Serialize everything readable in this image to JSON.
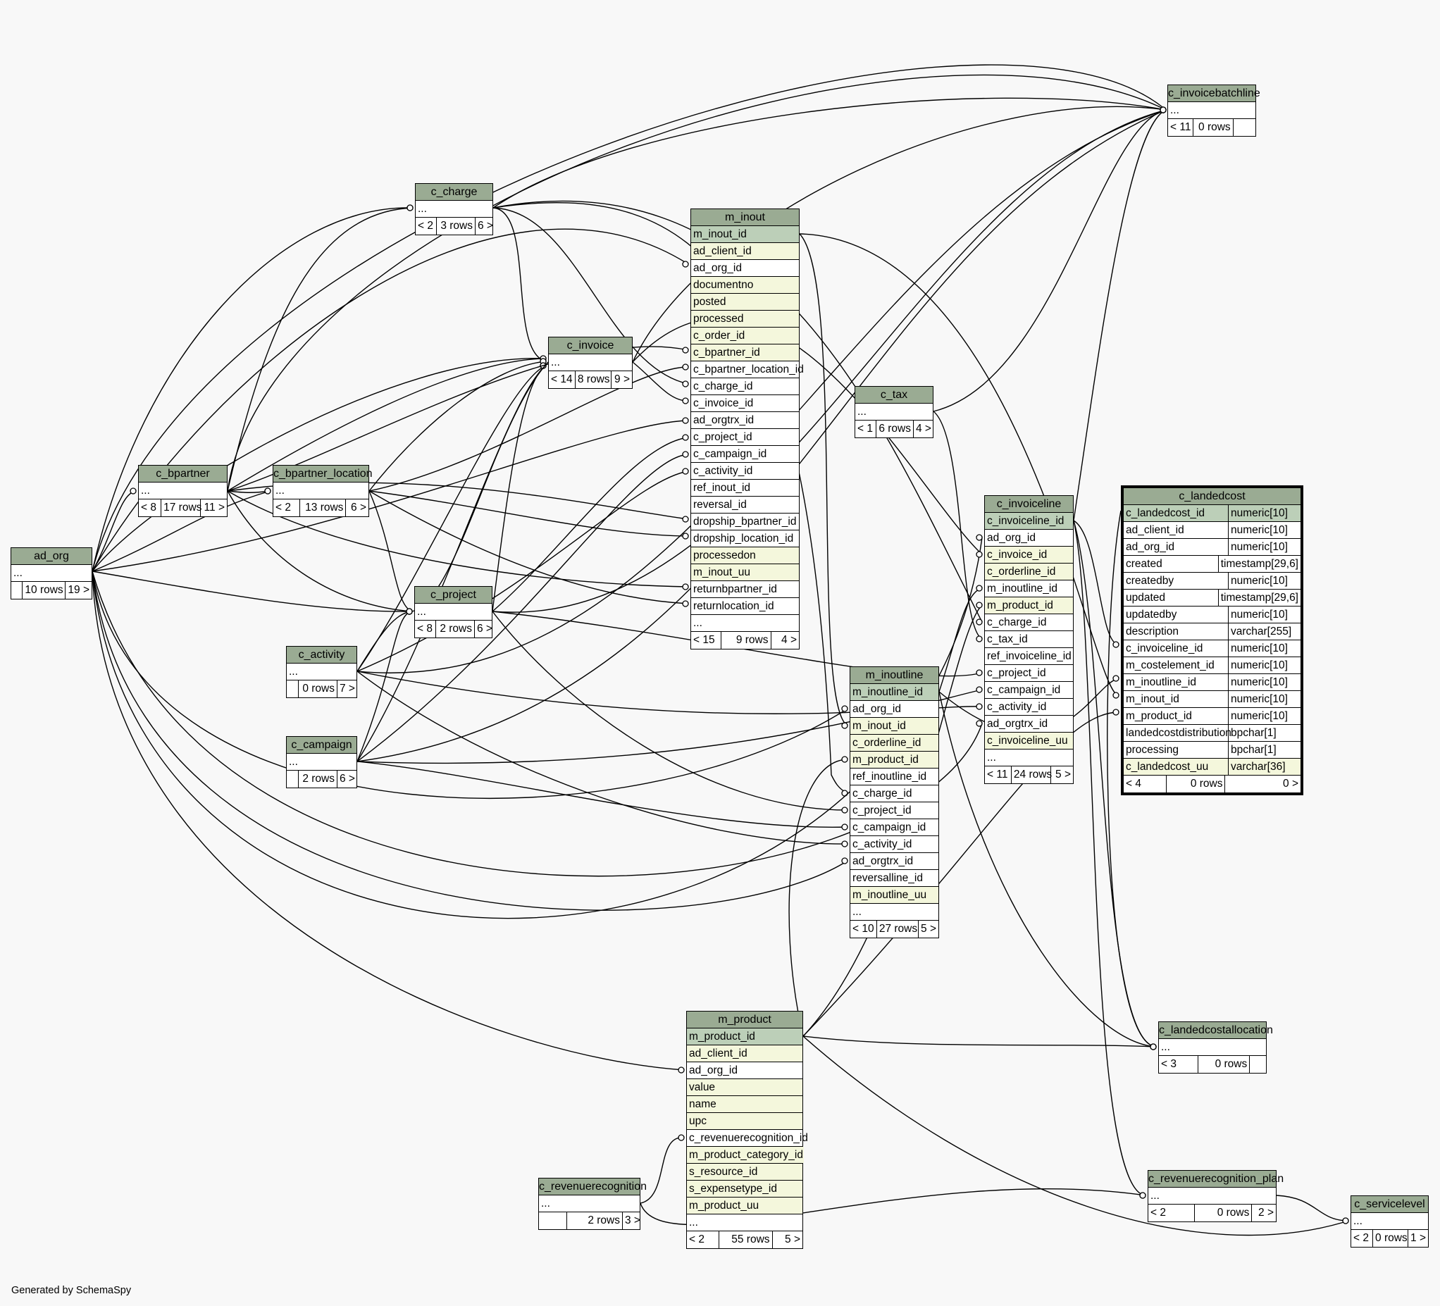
{
  "footer": "Generated by SchemaSpy",
  "tables": [
    {
      "id": "c_invoicebatchline",
      "name": "c_invoicebatchline",
      "columns": [
        {
          "name": "...",
          "type": ""
        }
      ],
      "footer": [
        "< 11",
        "0 rows",
        ""
      ]
    },
    {
      "id": "c_charge",
      "name": "c_charge",
      "columns": [
        {
          "name": "...",
          "type": ""
        }
      ],
      "footer": [
        "< 2",
        "3 rows",
        "6 >"
      ]
    },
    {
      "id": "m_inout",
      "name": "m_inout",
      "columns": [
        {
          "name": "m_inout_id",
          "type": "",
          "style": "pk"
        },
        {
          "name": "ad_client_id",
          "type": "",
          "style": "idx"
        },
        {
          "name": "ad_org_id",
          "type": ""
        },
        {
          "name": "documentno",
          "type": "",
          "style": "idx"
        },
        {
          "name": "posted",
          "type": "",
          "style": "idx"
        },
        {
          "name": "processed",
          "type": "",
          "style": "idx"
        },
        {
          "name": "c_order_id",
          "type": "",
          "style": "idx"
        },
        {
          "name": "c_bpartner_id",
          "type": "",
          "style": "idx"
        },
        {
          "name": "c_bpartner_location_id",
          "type": ""
        },
        {
          "name": "c_charge_id",
          "type": ""
        },
        {
          "name": "c_invoice_id",
          "type": ""
        },
        {
          "name": "ad_orgtrx_id",
          "type": ""
        },
        {
          "name": "c_project_id",
          "type": ""
        },
        {
          "name": "c_campaign_id",
          "type": ""
        },
        {
          "name": "c_activity_id",
          "type": ""
        },
        {
          "name": "ref_inout_id",
          "type": ""
        },
        {
          "name": "reversal_id",
          "type": ""
        },
        {
          "name": "dropship_bpartner_id",
          "type": ""
        },
        {
          "name": "dropship_location_id",
          "type": ""
        },
        {
          "name": "processedon",
          "type": "",
          "style": "idx"
        },
        {
          "name": "m_inout_uu",
          "type": "",
          "style": "idx"
        },
        {
          "name": "returnbpartner_id",
          "type": ""
        },
        {
          "name": "returnlocation_id",
          "type": ""
        },
        {
          "name": "...",
          "type": ""
        }
      ],
      "footer": [
        "< 15",
        "9 rows",
        "4 >"
      ]
    },
    {
      "id": "c_invoice",
      "name": "c_invoice",
      "columns": [
        {
          "name": "...",
          "type": ""
        }
      ],
      "footer": [
        "< 14",
        "8 rows",
        "9 >"
      ]
    },
    {
      "id": "c_tax",
      "name": "c_tax",
      "columns": [
        {
          "name": "...",
          "type": ""
        }
      ],
      "footer": [
        "< 1",
        "6 rows",
        "4 >"
      ]
    },
    {
      "id": "c_bpartner",
      "name": "c_bpartner",
      "columns": [
        {
          "name": "...",
          "type": ""
        }
      ],
      "footer": [
        "< 8",
        "17 rows",
        "11 >"
      ]
    },
    {
      "id": "c_bpartner_location",
      "name": "c_bpartner_location",
      "columns": [
        {
          "name": "...",
          "type": ""
        }
      ],
      "footer": [
        "< 2",
        "13 rows",
        "6 >"
      ]
    },
    {
      "id": "c_invoiceline",
      "name": "c_invoiceline",
      "columns": [
        {
          "name": "c_invoiceline_id",
          "type": "",
          "style": "pk"
        },
        {
          "name": "ad_org_id",
          "type": ""
        },
        {
          "name": "c_invoice_id",
          "type": "",
          "style": "idx"
        },
        {
          "name": "c_orderline_id",
          "type": "",
          "style": "idx"
        },
        {
          "name": "m_inoutline_id",
          "type": ""
        },
        {
          "name": "m_product_id",
          "type": "",
          "style": "idx"
        },
        {
          "name": "c_charge_id",
          "type": ""
        },
        {
          "name": "c_tax_id",
          "type": ""
        },
        {
          "name": "ref_invoiceline_id",
          "type": ""
        },
        {
          "name": "c_project_id",
          "type": ""
        },
        {
          "name": "c_campaign_id",
          "type": ""
        },
        {
          "name": "c_activity_id",
          "type": ""
        },
        {
          "name": "ad_orgtrx_id",
          "type": ""
        },
        {
          "name": "c_invoiceline_uu",
          "type": "",
          "style": "idx"
        },
        {
          "name": "...",
          "type": ""
        }
      ],
      "footer": [
        "< 11",
        "24 rows",
        "5 >"
      ]
    },
    {
      "id": "c_landedcost",
      "name": "c_landedcost",
      "columns": [
        {
          "name": "c_landedcost_id",
          "type": "numeric[10]",
          "style": "pk"
        },
        {
          "name": "ad_client_id",
          "type": "numeric[10]"
        },
        {
          "name": "ad_org_id",
          "type": "numeric[10]"
        },
        {
          "name": "created",
          "type": "timestamp[29,6]"
        },
        {
          "name": "createdby",
          "type": "numeric[10]"
        },
        {
          "name": "updated",
          "type": "timestamp[29,6]"
        },
        {
          "name": "updatedby",
          "type": "numeric[10]"
        },
        {
          "name": "description",
          "type": "varchar[255]"
        },
        {
          "name": "c_invoiceline_id",
          "type": "numeric[10]"
        },
        {
          "name": "m_costelement_id",
          "type": "numeric[10]"
        },
        {
          "name": "m_inoutline_id",
          "type": "numeric[10]"
        },
        {
          "name": "m_inout_id",
          "type": "numeric[10]"
        },
        {
          "name": "m_product_id",
          "type": "numeric[10]"
        },
        {
          "name": "landedcostdistribution",
          "type": "bpchar[1]"
        },
        {
          "name": "processing",
          "type": "bpchar[1]"
        },
        {
          "name": "c_landedcost_uu",
          "type": "varchar[36]",
          "style": "idx"
        }
      ],
      "footer": [
        "< 4",
        "0 rows",
        "0 >"
      ]
    },
    {
      "id": "ad_org",
      "name": "ad_org",
      "columns": [
        {
          "name": "...",
          "type": ""
        }
      ],
      "footer": [
        "",
        "10 rows",
        "19 >"
      ]
    },
    {
      "id": "c_project",
      "name": "c_project",
      "columns": [
        {
          "name": "...",
          "type": ""
        }
      ],
      "footer": [
        "< 8",
        "2 rows",
        "6 >"
      ]
    },
    {
      "id": "c_activity",
      "name": "c_activity",
      "columns": [
        {
          "name": "...",
          "type": ""
        }
      ],
      "footer": [
        "",
        "0 rows",
        "7 >"
      ]
    },
    {
      "id": "m_inoutline",
      "name": "m_inoutline",
      "columns": [
        {
          "name": "m_inoutline_id",
          "type": "",
          "style": "pk"
        },
        {
          "name": "ad_org_id",
          "type": ""
        },
        {
          "name": "m_inout_id",
          "type": "",
          "style": "idx"
        },
        {
          "name": "c_orderline_id",
          "type": "",
          "style": "idx"
        },
        {
          "name": "m_product_id",
          "type": "",
          "style": "idx"
        },
        {
          "name": "ref_inoutline_id",
          "type": ""
        },
        {
          "name": "c_charge_id",
          "type": ""
        },
        {
          "name": "c_project_id",
          "type": ""
        },
        {
          "name": "c_campaign_id",
          "type": ""
        },
        {
          "name": "c_activity_id",
          "type": ""
        },
        {
          "name": "ad_orgtrx_id",
          "type": ""
        },
        {
          "name": "reversalline_id",
          "type": ""
        },
        {
          "name": "m_inoutline_uu",
          "type": "",
          "style": "idx"
        },
        {
          "name": "...",
          "type": ""
        }
      ],
      "footer": [
        "< 10",
        "27 rows",
        "5 >"
      ]
    },
    {
      "id": "c_campaign",
      "name": "c_campaign",
      "columns": [
        {
          "name": "...",
          "type": ""
        }
      ],
      "footer": [
        "",
        "2 rows",
        "6 >"
      ]
    },
    {
      "id": "m_product",
      "name": "m_product",
      "columns": [
        {
          "name": "m_product_id",
          "type": "",
          "style": "pk"
        },
        {
          "name": "ad_client_id",
          "type": "",
          "style": "idx"
        },
        {
          "name": "ad_org_id",
          "type": ""
        },
        {
          "name": "value",
          "type": "",
          "style": "idx"
        },
        {
          "name": "name",
          "type": "",
          "style": "idx"
        },
        {
          "name": "upc",
          "type": "",
          "style": "idx"
        },
        {
          "name": "c_revenuerecognition_id",
          "type": ""
        },
        {
          "name": "m_product_category_id",
          "type": "",
          "style": "idx"
        },
        {
          "name": "s_resource_id",
          "type": "",
          "style": "idx"
        },
        {
          "name": "s_expensetype_id",
          "type": "",
          "style": "idx"
        },
        {
          "name": "m_product_uu",
          "type": "",
          "style": "idx"
        },
        {
          "name": "...",
          "type": ""
        }
      ],
      "footer": [
        "< 2",
        "55 rows",
        "5 >"
      ]
    },
    {
      "id": "c_landedcostallocation",
      "name": "c_landedcostallocation",
      "columns": [
        {
          "name": "...",
          "type": ""
        }
      ],
      "footer": [
        "< 3",
        "0 rows",
        ""
      ]
    },
    {
      "id": "c_revenuerecognition",
      "name": "c_revenuerecognition",
      "columns": [
        {
          "name": "...",
          "type": ""
        }
      ],
      "footer": [
        "",
        "2 rows",
        "3 >"
      ]
    },
    {
      "id": "c_revenuerecognition_plan",
      "name": "c_revenuerecognition_plan",
      "columns": [
        {
          "name": "...",
          "type": ""
        }
      ],
      "footer": [
        "< 2",
        "0 rows",
        "2 >"
      ]
    },
    {
      "id": "c_servicelevel",
      "name": "c_servicelevel",
      "columns": [
        {
          "name": "...",
          "type": ""
        }
      ],
      "footer": [
        "< 2",
        "0 rows",
        "1 >"
      ]
    }
  ]
}
